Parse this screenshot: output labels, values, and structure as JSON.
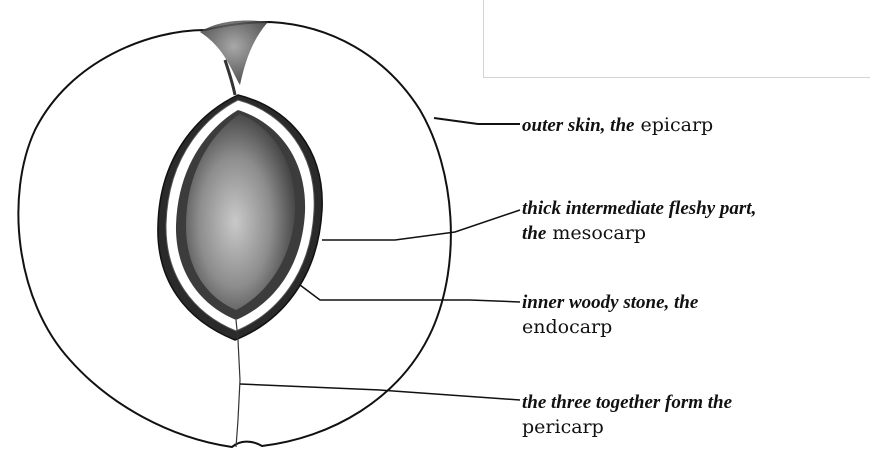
{
  "labels": {
    "epicarp": {
      "italic": "outer skin, the",
      "term": "epicarp"
    },
    "mesocarp": {
      "italic_line1": "thick intermediate fleshy part,",
      "italic_line2": "the",
      "term": "mesocarp"
    },
    "endocarp": {
      "italic": "inner woody stone, the",
      "term": "endocarp"
    },
    "pericarp": {
      "italic": "the three together form the",
      "term": "pericarp"
    }
  },
  "colors": {
    "line": "#111111",
    "stone_dark": "#2a2a2a",
    "stone_mid": "#6b6b6b",
    "seed_light": "#b8b8b8"
  }
}
